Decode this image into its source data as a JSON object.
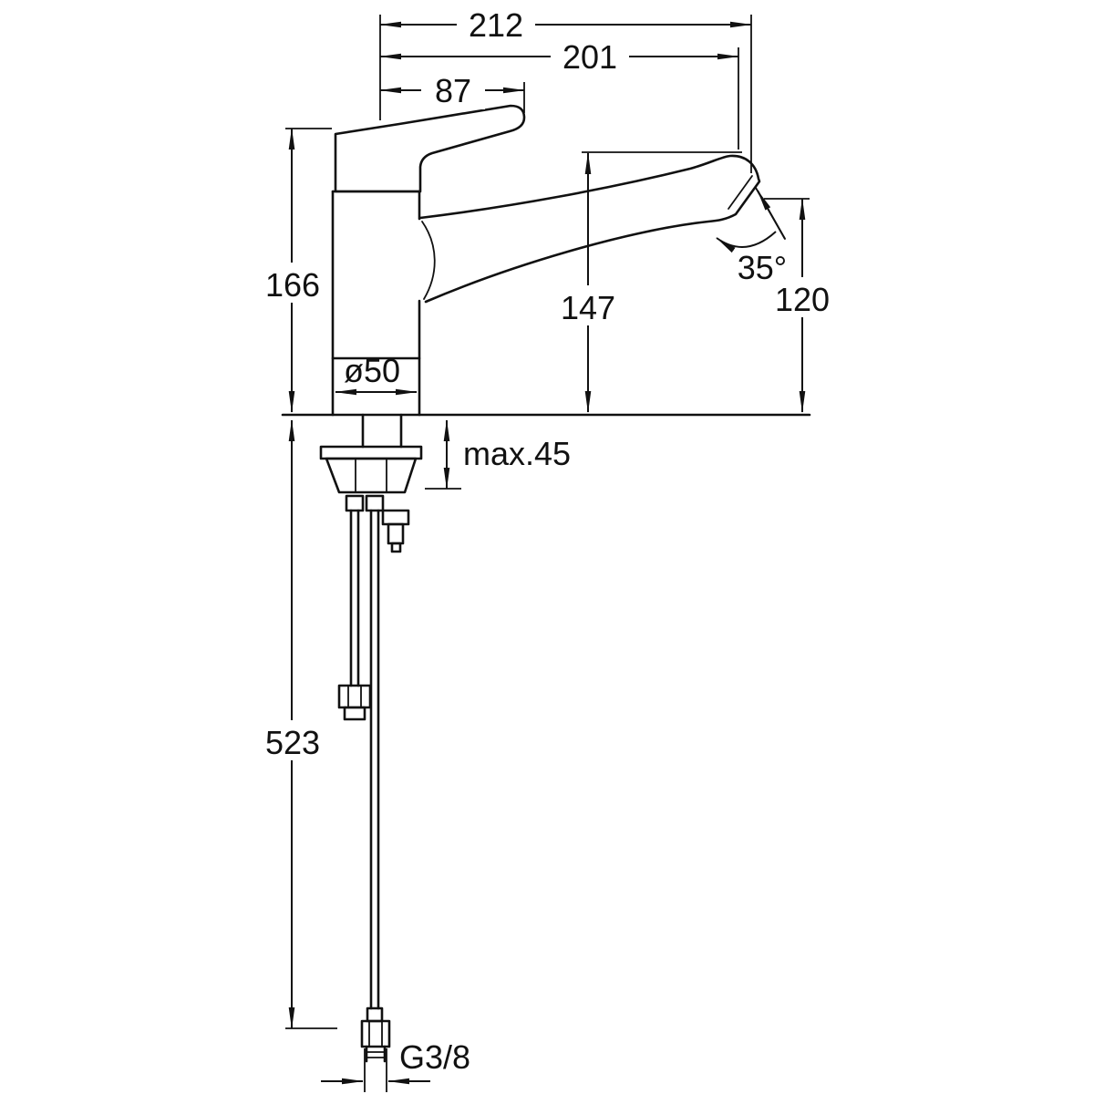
{
  "diagram": {
    "background": "#ffffff",
    "line_color": "#111111"
  },
  "labels": {
    "overall_projection": "212",
    "spout_projection": "201",
    "handle_length": "87",
    "body_height": "166",
    "spout_height": "147",
    "outlet_height": "120",
    "outlet_angle": "35°",
    "base_diameter": "ø50",
    "max_deck_thickness": "max.45",
    "hose_length": "523",
    "thread_size": "G3/8"
  }
}
